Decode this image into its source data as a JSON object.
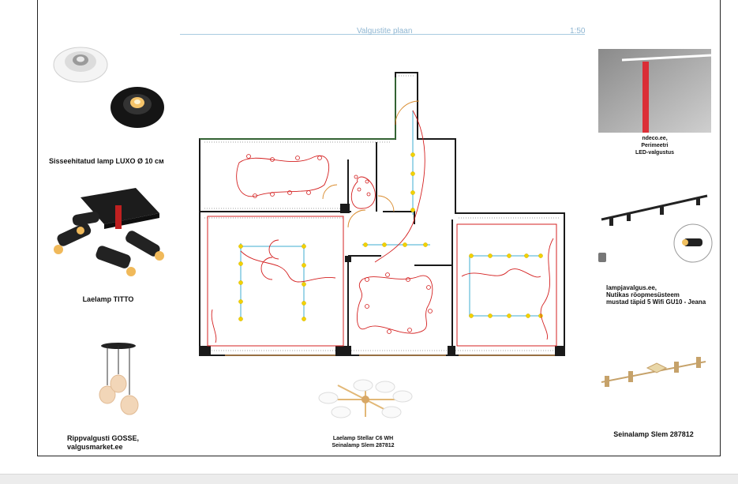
{
  "plan": {
    "title": "Valgustite plaan",
    "scale": "1:50"
  },
  "products": {
    "luxo": {
      "label": "Sisseehitatud lamp LUXO Ø 10 см"
    },
    "titto": {
      "label": "Laelamp TITTO"
    },
    "gosse": {
      "line1": "Rippvalgusti GOSSE,",
      "line2": "valgusmarket.ee"
    },
    "stellar": {
      "line1": "Laelamp Stellar C6 WH",
      "line2": "Seinalamp Slem 287812"
    },
    "ndeco": {
      "line1": "ndeco.ee,",
      "line2": "Perimeetri",
      "line3": "LED-valgustus"
    },
    "track": {
      "line1": "lampjavalgus.ee,",
      "line2": "Nutikas röopmesüsteem",
      "line3": "mustad täpid 5 Wifi GU10 - Jeana"
    },
    "slem": {
      "label": "Seinalamp Slem 287812"
    }
  },
  "colors": {
    "wall": "#1a1a1a",
    "wiring": "#d42020",
    "spot_fixture": "#f2d200",
    "led_strip": "#9fd6e8",
    "door_swing": "#d98a2b",
    "accent_blue": "#8fb6d2"
  }
}
